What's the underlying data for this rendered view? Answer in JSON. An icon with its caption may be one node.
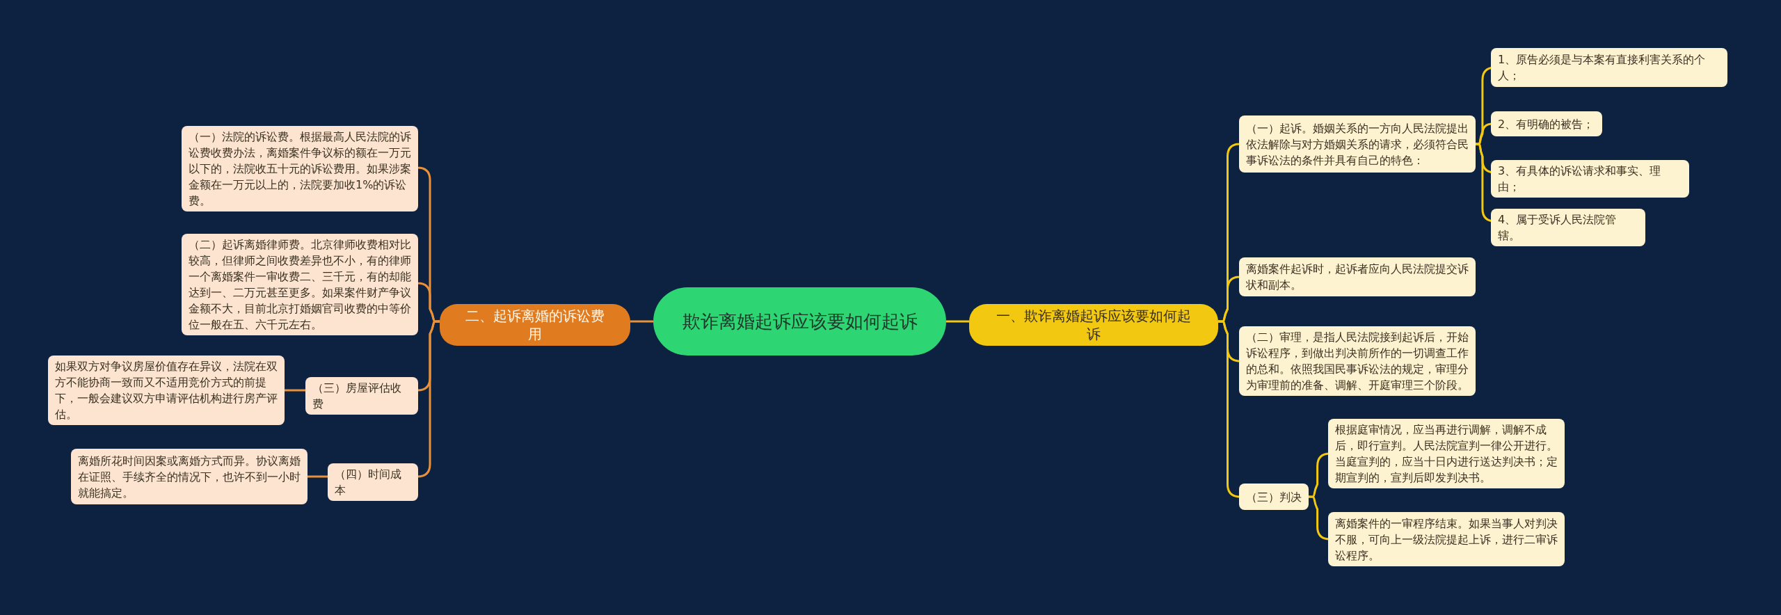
{
  "diagram": {
    "nodes": [
      {
        "text": [
          "欺诈离婚起诉应该要如何起诉"
        ]
      },
      {
        "text": [
          "一、欺诈离婚起诉应该要如何起诉"
        ]
      },
      {
        "text": [
          "二、起诉离婚的诉讼费用"
        ]
      },
      {
        "text": [
          "（一）起诉。婚姻关系的一方向人民法院提出依法解除与对方婚姻关系的请求，必须符合民事诉讼法的条件并具有自己的特色："
        ]
      },
      {
        "text": [
          "1、原告必须是与本案有直接利害关系的个人；"
        ]
      },
      {
        "text": [
          "2、有明确的被告；"
        ]
      },
      {
        "text": [
          "3、有具体的诉讼请求和事实、理由；"
        ]
      },
      {
        "text": [
          "4、属于受诉人民法院管辖。"
        ]
      },
      {
        "text": [
          "离婚案件起诉时，起诉者应向人民法院提交诉状和副本。"
        ]
      },
      {
        "text": [
          "（二）审理，是指人民法院接到起诉后，开始诉讼程序，到做出判决前所作的一切调查工作的总和。依照我国民事诉讼法的规定，审理分为审理前的准备、调解、开庭审理三个阶段。"
        ]
      },
      {
        "text": [
          "（三）判决"
        ]
      },
      {
        "text": [
          "根据庭审情况，应当再进行调解，调解不成后，即行宣判。人民法院宣判一律公开进行。当庭宣判的，应当十日内进行送达判决书；定期宣判的，宣判后即发判决书。"
        ]
      },
      {
        "text": [
          "离婚案件的一审程序结束。如果当事人对判决不服，可向上一级法院提起上诉，进行二审诉讼程序。"
        ]
      },
      {
        "text": [
          "（一）法院的诉讼费。根据最高人民法院的诉讼费收费办法，离婚案件争议标的额在一万元以下的，法院收五十元的诉讼费用。如果涉案金额在一万元以上的，法院要加收1%的诉讼费。"
        ]
      },
      {
        "text": [
          "（二）起诉离婚律师费。北京律师收费相对比较高，但律师之间收费差异也不小，有的律师一个离婚案件一审收费二、三千元，有的却能达到一、二万元甚至更多。如果案件财产争议金额不大，目前北京打婚姻官司收费的中等价位一般在五、六千元左右。"
        ]
      },
      {
        "text": [
          "（三）房屋评估收费"
        ]
      },
      {
        "text": [
          "如果双方对争议房屋价值存在异议，法院在双方不能协商一致而又不适用竞价方式的前提下，一般会建议双方申请评估机构进行房产评估。"
        ]
      },
      {
        "text": [
          "（四）时间成本"
        ]
      },
      {
        "text": [
          "离婚所花时间因案或离婚方式而异。协议离婚在证照、手续齐全的情况下，也许不到一小时就能搞定。"
        ]
      }
    ],
    "edges": [
      {
        "from": 0,
        "to": 1,
        "arrow": "none"
      },
      {
        "from": 0,
        "to": 2,
        "arrow": "none",
        "color": "#e8913a"
      },
      {
        "from": 1,
        "to": 3,
        "arrow": "none"
      },
      {
        "from": 1,
        "to": 8,
        "arrow": "none"
      },
      {
        "from": 1,
        "to": 9,
        "arrow": "none"
      },
      {
        "from": 1,
        "to": 10,
        "arrow": "none"
      },
      {
        "from": 3,
        "to": 4,
        "arrow": "none"
      },
      {
        "from": 3,
        "to": 5,
        "arrow": "none"
      },
      {
        "from": 3,
        "to": 6,
        "arrow": "none"
      },
      {
        "from": 3,
        "to": 7,
        "arrow": "none"
      },
      {
        "from": 10,
        "to": 11,
        "arrow": "none"
      },
      {
        "from": 10,
        "to": 12,
        "arrow": "none"
      },
      {
        "from": 2,
        "to": 13,
        "arrow": "none",
        "color": "#e8913a"
      },
      {
        "from": 2,
        "to": 14,
        "arrow": "none",
        "color": "#e8913a"
      },
      {
        "from": 2,
        "to": 15,
        "arrow": "none",
        "color": "#e8913a"
      },
      {
        "from": 2,
        "to": 17,
        "arrow": "none",
        "color": "#e8913a"
      },
      {
        "from": 15,
        "to": 16,
        "arrow": "none",
        "color": "#e8913a"
      },
      {
        "from": 17,
        "to": 18,
        "arrow": "none",
        "color": "#e8913a"
      }
    ]
  }
}
